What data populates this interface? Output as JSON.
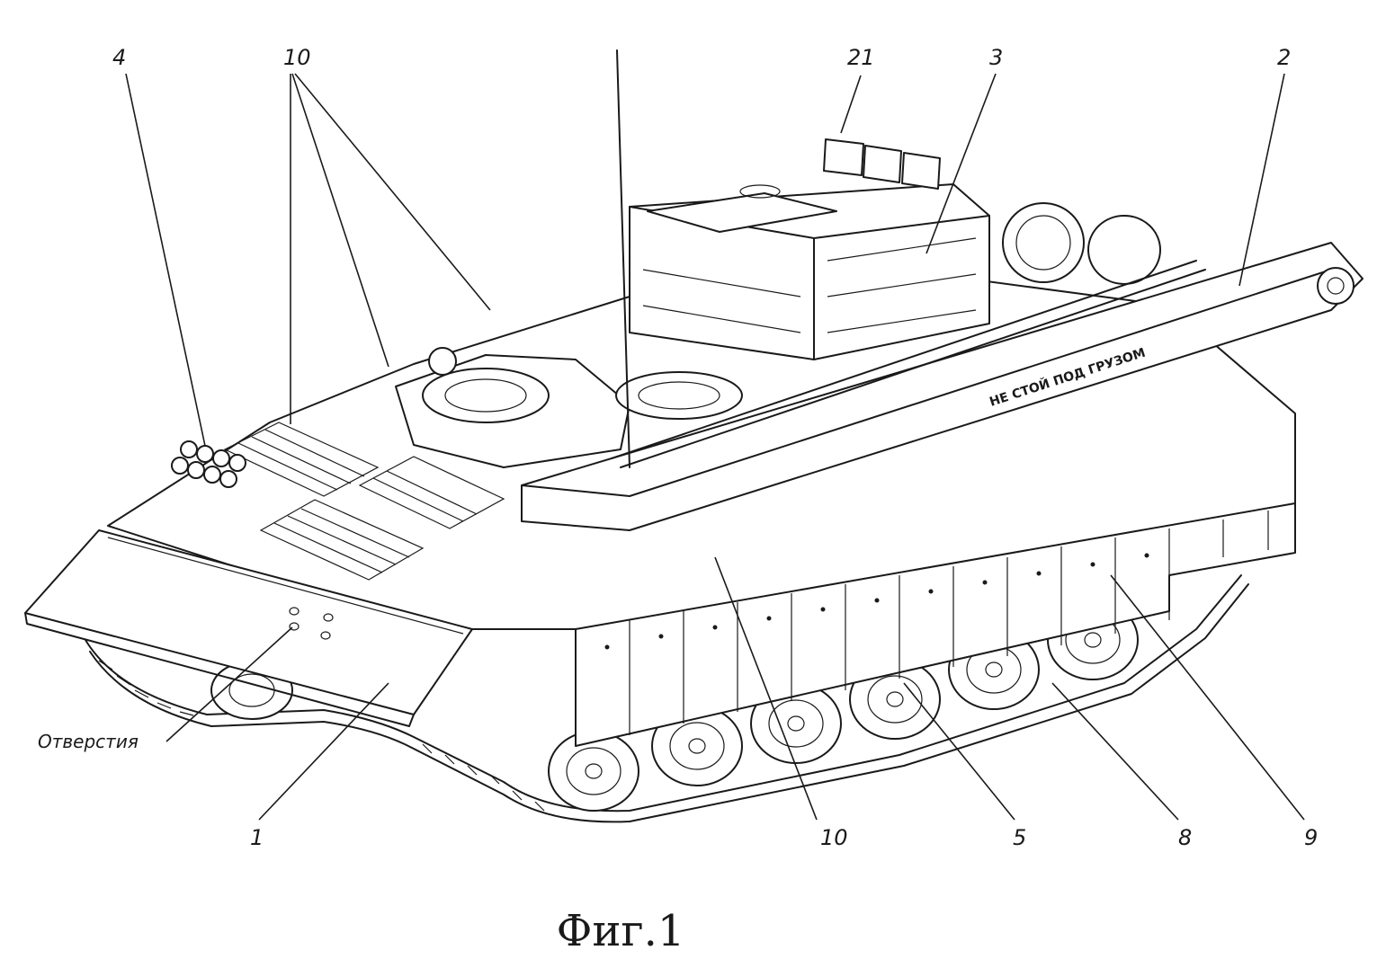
{
  "callouts": {
    "c4": "4",
    "c10_top": "10",
    "c21": "21",
    "c3": "3",
    "c2": "2",
    "c1": "1",
    "c10_bottom": "10",
    "c5": "5",
    "c8": "8",
    "c9": "9"
  },
  "holes_label": "Отверстия",
  "boom_sign": "НЕ СТОЙ ПОД ГРУЗОМ",
  "caption": "Фиг.1"
}
